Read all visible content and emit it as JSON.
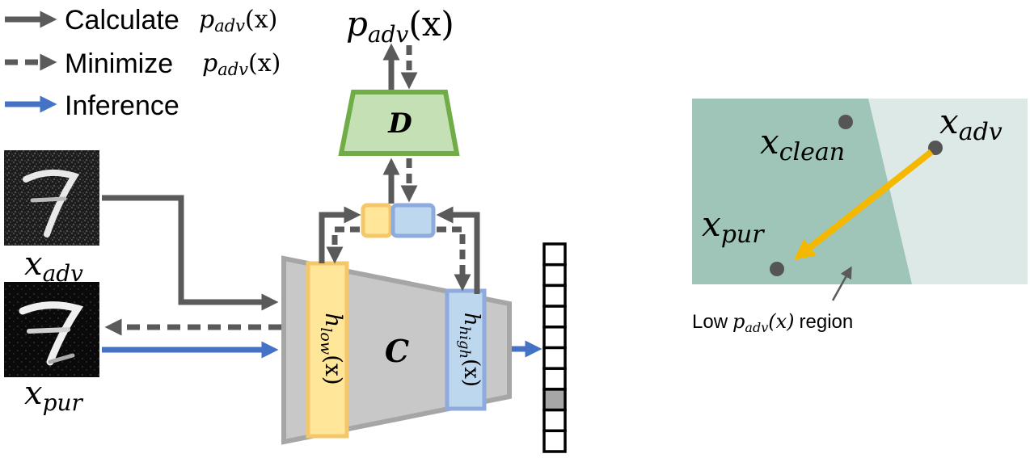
{
  "legend": {
    "calculate_label": "Calculate",
    "minimize_label": "Minimize",
    "inference_label": "Inference",
    "p_symbol": "p",
    "p_subscript": "adv",
    "p_argument": "(x)"
  },
  "nodes": {
    "output_p": {
      "symbol": "p",
      "subscript": "adv",
      "argument": "(x)"
    },
    "discriminator": "D",
    "classifier": "C",
    "h_low": {
      "symbol": "h",
      "subscript": "low",
      "argument": "(x)"
    },
    "h_high": {
      "symbol": "h",
      "subscript": "high",
      "argument": "(x)"
    },
    "x_adv": {
      "symbol": "x",
      "subscript": "adv"
    },
    "x_pur": {
      "symbol": "x",
      "subscript": "pur"
    }
  },
  "output_vector": {
    "cells": 10,
    "highlighted_index": 7
  },
  "region": {
    "x_clean": {
      "symbol": "x",
      "subscript": "clean"
    },
    "x_adv": {
      "symbol": "x",
      "subscript": "adv"
    },
    "x_pur": {
      "symbol": "x",
      "subscript": "pur"
    },
    "caption_prefix": "Low",
    "caption_symbol": "p",
    "caption_subscript": "adv",
    "caption_argument": "(x)",
    "caption_suffix": "region"
  },
  "colors": {
    "calculate": "#5a5a5a",
    "inference": "#4472c4",
    "d_fill": "#c5e0b4",
    "d_stroke": "#70ad47",
    "c_fill": "#c8c8c8",
    "c_stroke": "#a6a6a6",
    "h_low_fill": "#ffe699",
    "h_low_stroke": "#f4c76b",
    "h_high_fill": "#bdd7ee",
    "h_high_stroke": "#8faadc",
    "region_dark": "#9fc5b8",
    "region_light": "#dde9e6",
    "purify_arrow": "#f5b800",
    "point": "#555555"
  }
}
